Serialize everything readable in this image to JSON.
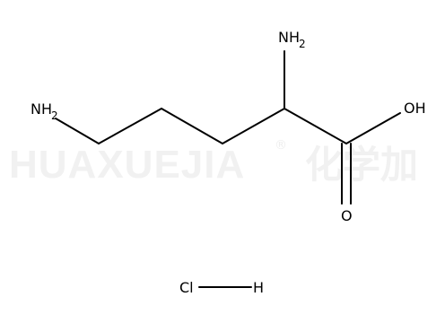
{
  "watermark": {
    "latin": "HUAXUEJIA",
    "registered": "®",
    "chinese": "化学加"
  },
  "structure": {
    "amine_terminal": {
      "element": "NH",
      "subscript": "2"
    },
    "amine_alpha": {
      "element": "NH",
      "subscript": "2"
    },
    "hydroxyl": "OH",
    "carbonyl_oxygen": "O",
    "salt_left": "Cl",
    "salt_right": "H"
  },
  "colors": {
    "bond": "#000000",
    "text": "#000000",
    "watermark": "#f1f1f1",
    "background": "#ffffff"
  }
}
